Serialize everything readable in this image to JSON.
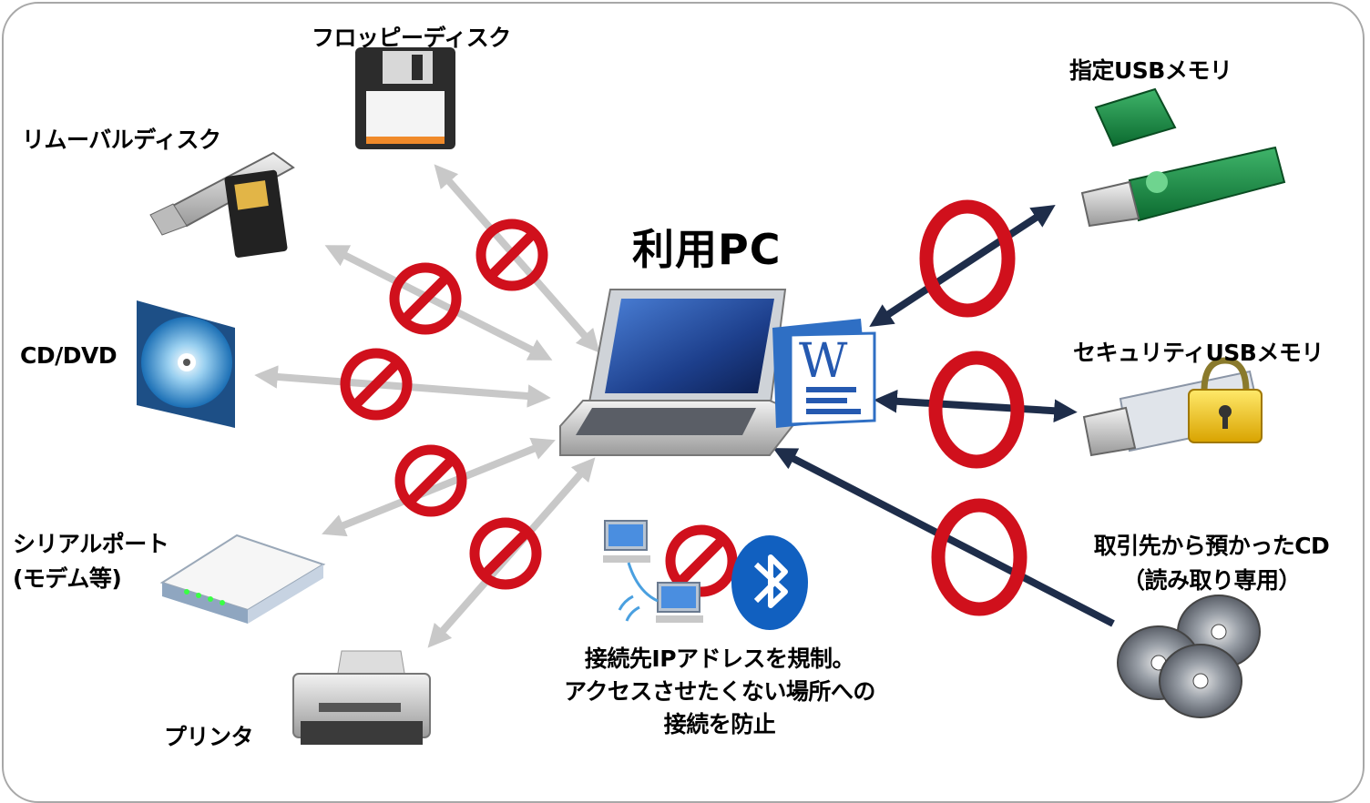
{
  "center": {
    "title": "利用PC"
  },
  "blocked_devices": [
    {
      "label": "フロッピーディスク",
      "icon": "floppy-disk-icon"
    },
    {
      "label": "リムーバルディスク",
      "icon": "removable-disk-icon"
    },
    {
      "label": "CD/DVD",
      "icon": "cd-dvd-icon"
    },
    {
      "label_line1": "シリアルポート",
      "label_line2": "(モデム等)",
      "icon": "modem-icon"
    },
    {
      "label": "プリンタ",
      "icon": "printer-icon"
    }
  ],
  "allowed_devices": [
    {
      "label": "指定USBメモリ",
      "icon": "green-usb-icon",
      "direction": "both"
    },
    {
      "label": "セキュリティUSBメモリ",
      "icon": "secure-usb-lock-icon",
      "direction": "both"
    },
    {
      "label_line1": "取引先から預かったCD",
      "label_line2": "（読み取り専用）",
      "icon": "cd-stack-icon",
      "direction": "read-only"
    }
  ],
  "network": {
    "line1": "接続先IPアドレスを規制。",
    "line2": "アクセスさせたくない場所への",
    "line3": "接続を防止",
    "icons": [
      "network-pcs-icon",
      "bluetooth-icon"
    ]
  },
  "colors": {
    "blocked_arrow": "#c8c8c8",
    "allowed_arrow": "#1e2d4a",
    "prohibit": "#d0101c",
    "frame": "#a8a8a8"
  }
}
